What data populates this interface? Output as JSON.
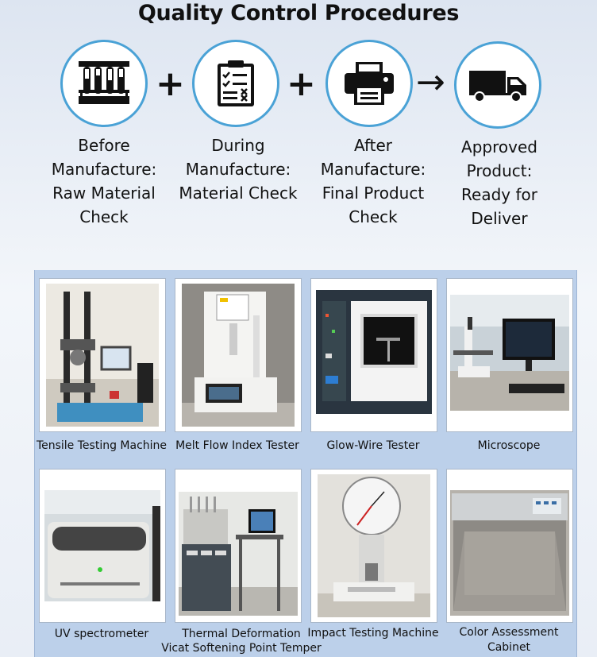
{
  "title": "Quality Control Procedures",
  "operators": {
    "plus": "+",
    "arrow": "→"
  },
  "steps": [
    {
      "icon": "test-tubes-icon",
      "label": "Before\nManufacture:\nRaw Material\nCheck"
    },
    {
      "icon": "clipboard-checklist-icon",
      "label": "During\nManufacture:\nMaterial Check"
    },
    {
      "icon": "printer-icon",
      "label": "After\nManufacture:\nFinal Product\nCheck"
    },
    {
      "icon": "delivery-truck-icon",
      "label": "Approved\nProduct:\nReady for\nDeliver"
    }
  ],
  "equipment": [
    {
      "caption": "Tensile Testing Machine"
    },
    {
      "caption": "Melt Flow Index Tester"
    },
    {
      "caption": "Glow-Wire Tester"
    },
    {
      "caption": "Microscope"
    },
    {
      "caption": "UV spectrometer"
    },
    {
      "caption": "Thermal Deformation\nVicat Softening Point Temper"
    },
    {
      "caption": "Impact Testing Machine"
    },
    {
      "caption": "Color Assessment\nCabinet"
    }
  ],
  "colors": {
    "circle_border": "#4aa2d6",
    "panel": "#bcd0ea"
  }
}
